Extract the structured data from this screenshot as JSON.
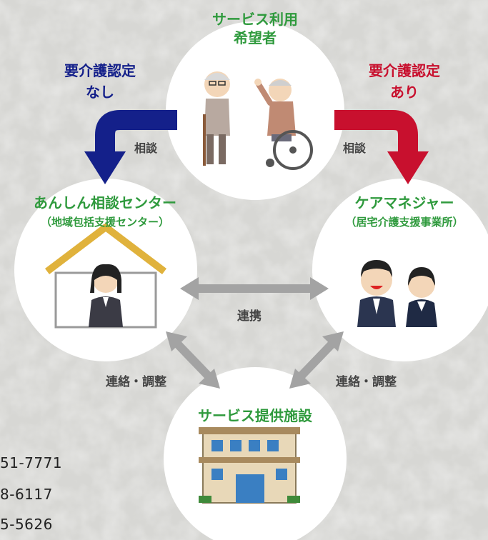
{
  "nodes": {
    "applicant": {
      "line1": "サービス利用",
      "line2": "希望者"
    },
    "no_cert": {
      "line1": "要介護認定",
      "line2": "なし"
    },
    "has_cert": {
      "line1": "要介護認定",
      "line2": "あり"
    },
    "left_center": {
      "title": "あんしん相談センター",
      "subtitle": "（地域包括支援センター）"
    },
    "right_center": {
      "title": "ケアマネジャー",
      "subtitle": "（居宅介護支援事業所）"
    },
    "facility": {
      "title": "サービス提供施設"
    }
  },
  "edges": {
    "consult_left": "相談",
    "consult_right": "相談",
    "cooperation": "連携",
    "contact_left": "連絡・調整",
    "contact_right": "連絡・調整"
  },
  "phones": [
    "51-7771",
    "8-6117",
    "5-5626"
  ],
  "colors": {
    "green": "#2f9a3d",
    "blue": "#14208a",
    "red": "#c8102e",
    "gray_arrow": "#a3a3a3"
  }
}
